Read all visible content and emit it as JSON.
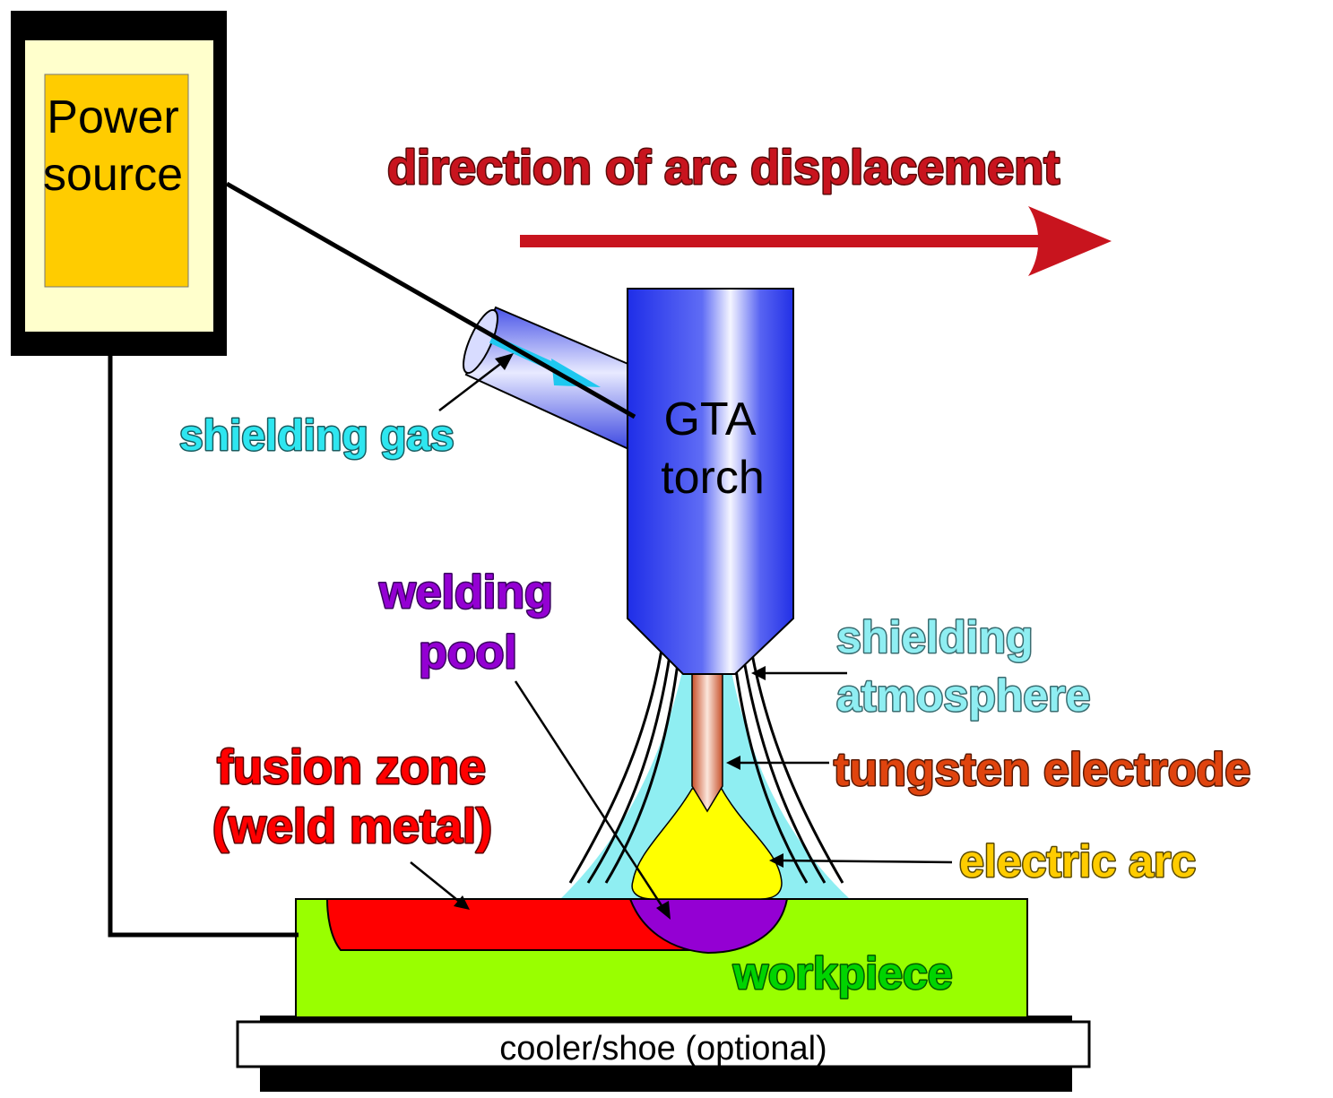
{
  "labels": {
    "power_source_line1": "Power",
    "power_source_line2": "source",
    "direction": "direction of arc displacement",
    "shielding_gas": "shielding gas",
    "torch_line1": "GTA",
    "torch_line2": "torch",
    "welding_pool_line1": "welding",
    "welding_pool_line2": "pool",
    "shielding_atmosphere_line1": "shielding",
    "shielding_atmosphere_line2": "atmosphere",
    "tungsten_electrode": "tungsten electrode",
    "fusion_zone_line1": "fusion zone",
    "fusion_zone_line2": "(weld metal)",
    "electric_arc": "electric arc",
    "workpiece": "workpiece",
    "cooler": "cooler/shoe (optional)"
  },
  "colors": {
    "direction_text": "#c8141e",
    "direction_arrow": "#c8141e",
    "shielding_gas_text": "#2ee6f0",
    "welding_pool_text": "#9400d3",
    "shielding_atmosphere_text": "#8feef2",
    "tungsten_text": "#e0440e",
    "fusion_zone_text": "#ff0000",
    "electric_arc_text": "#ffcc00",
    "workpiece_text": "#00d400",
    "power_inner": "#ffcc00",
    "power_frame": "#ffffcc",
    "workpiece_fill": "#99ff00",
    "fusion_fill": "#ff0000",
    "pool_fill": "#9400d3",
    "arc_fill": "#ffff00",
    "shield_fill": "#8feef2",
    "torch_blue": "#2a3ef0"
  }
}
